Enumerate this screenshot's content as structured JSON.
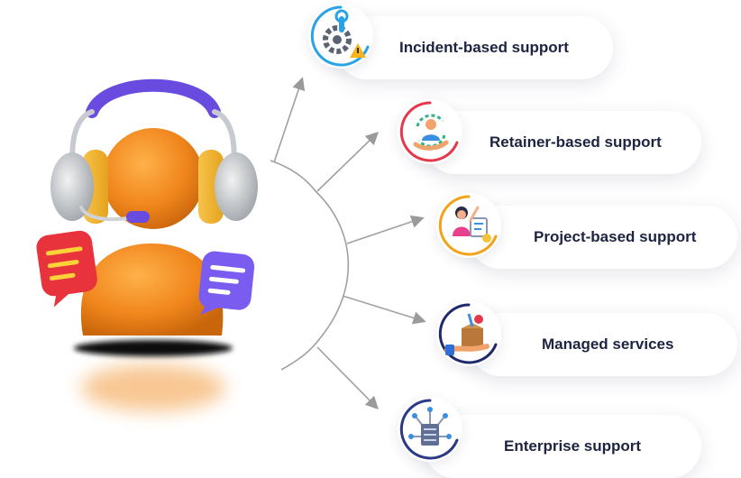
{
  "agent_graphic": {
    "icon": "support-agent-headset-icon",
    "chat_icons": [
      "chat-bubble-icon",
      "chat-bubble-icon"
    ]
  },
  "options": [
    {
      "label": "Incident-based support",
      "icon": "gear-wrench-warning-icon",
      "accent": "#2aa3e6"
    },
    {
      "label": "Retainer-based support",
      "icon": "person-in-hand-cycle-icon",
      "accent": "#e5384b"
    },
    {
      "label": "Project-based support",
      "icon": "woman-presenting-board-icon",
      "accent": "#f3a21c"
    },
    {
      "label": "Managed services",
      "icon": "hand-holding-box-tools-icon",
      "accent": "#1e2a6b"
    },
    {
      "label": "Enterprise support",
      "icon": "server-network-icon",
      "accent": "#2c3a86"
    }
  ],
  "colors": {
    "arrow": "#9a9a9a",
    "agent_orange": "#f08a1c",
    "headset_purple": "#6a4be0"
  }
}
